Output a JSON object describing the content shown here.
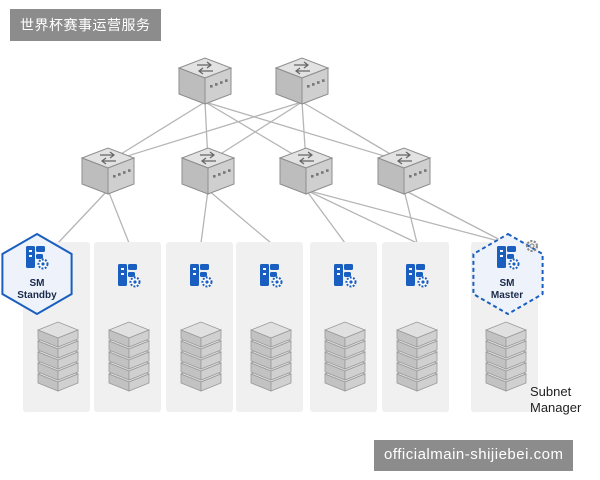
{
  "watermark_top": "世界杯赛事运营服务",
  "watermark_bottom": "officialmain-shijiebei.com",
  "caption": {
    "line1": "Subnet",
    "line2": "Manager"
  },
  "nodes": {
    "standby": {
      "line1": "SM",
      "line2": "Standby"
    },
    "master": {
      "line1": "SM",
      "line2": "Master"
    }
  },
  "colors": {
    "accent": "#1a5fbf",
    "switch": "#c8c8c8",
    "panel": "#f0f0f0",
    "link": "#b5b5b5",
    "server": "#d0d0d0"
  },
  "icons": {
    "switch": "network-switch-icon",
    "sm": "subnet-manager-icon",
    "server": "server-stack-icon",
    "gear": "gear-icon"
  }
}
